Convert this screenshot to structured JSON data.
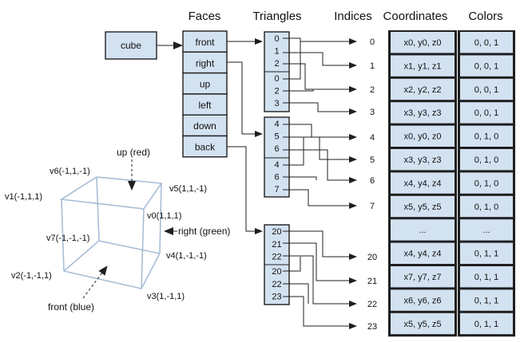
{
  "headers": {
    "faces": "Faces",
    "triangles": "Triangles",
    "indices": "Indices",
    "coordinates": "Coordinates",
    "colors": "Colors"
  },
  "cube_label": "cube",
  "faces": [
    "front",
    "right",
    "up",
    "left",
    "down",
    "back"
  ],
  "triangles": {
    "front": [
      "0",
      "1",
      "2",
      "0",
      "2",
      "3"
    ],
    "right": [
      "4",
      "5",
      "6",
      "4",
      "6",
      "7"
    ],
    "back": [
      "20",
      "21",
      "22",
      "20",
      "22",
      "23"
    ]
  },
  "indices": [
    "0",
    "1",
    "2",
    "3",
    "4",
    "5",
    "6",
    "7",
    "20",
    "21",
    "22",
    "23"
  ],
  "coordinates": [
    "x0, y0, z0",
    "x1, y1, z1",
    "x2, y2, z2",
    "x3, y3, z3",
    "x0, y0, z0",
    "x3, y3, z3",
    "x4, y4, z4",
    "x5, y5, z5",
    "...",
    "x4, y4, z4",
    "x7, y7, z7",
    "x6, y6, z6",
    "x5, y5, z5"
  ],
  "colors": [
    "0, 0, 1",
    "0, 0, 1",
    "0, 0, 1",
    "0, 0, 1",
    "0, 1, 0",
    "0, 1, 0",
    "0, 1, 0",
    "0, 1, 0",
    "...",
    "0, 1, 1",
    "0, 1, 1",
    "0, 1, 1",
    "0, 1, 1"
  ],
  "cube_vertices": {
    "v0": "v0(1,1,1)",
    "v1": "v1(-1,1,1)",
    "v2": "v2(-1,-1,1)",
    "v3": "v3(1,-1,1)",
    "v4": "v4(1,-1,-1)",
    "v5": "v5(1,1,-1)",
    "v6": "v6(-1,1,-1)",
    "v7": "v7(-1,-1,-1)"
  },
  "face_labels": {
    "up": "up (red)",
    "right": "right (green)",
    "front": "front (blue)"
  },
  "colors_hex": {
    "cell_fill": "#d3e2f1",
    "border": "#1f1f1f",
    "cube_edge": "#a9bdd6"
  }
}
